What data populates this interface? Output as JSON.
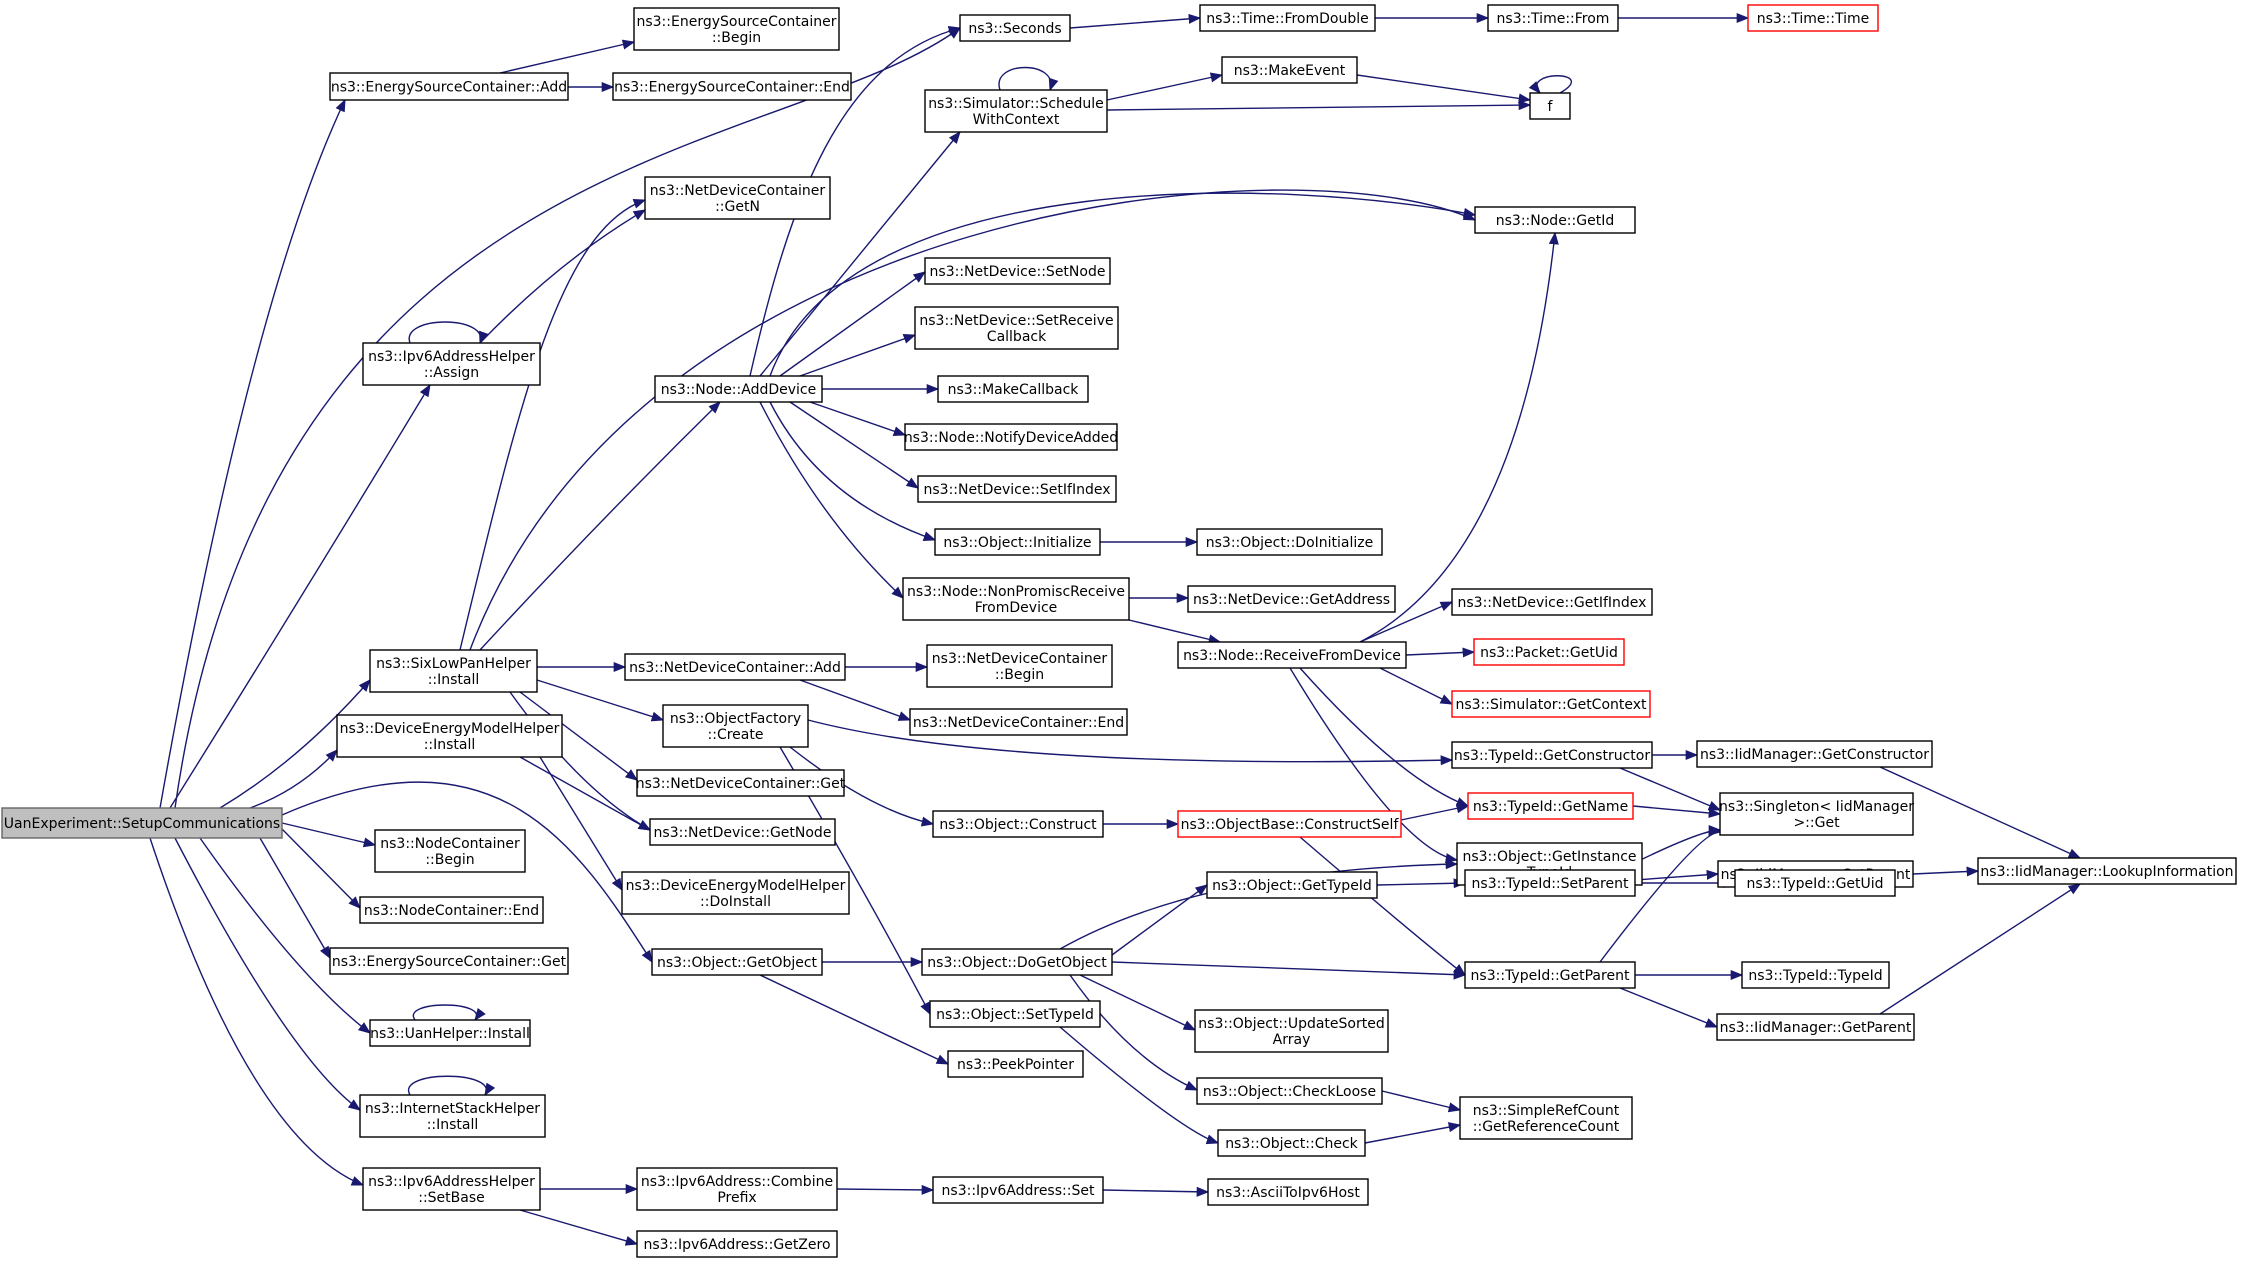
{
  "diagram": {
    "type": "doxygen-call-graph",
    "edge_color": "#191970",
    "normal_border_color": "#000000",
    "truncated_border_color": "#ff0000",
    "root_fill_color": "#bfbfbf"
  },
  "nodes": {
    "root": {
      "lines": [
        "UanExperiment::SetupCommunications"
      ]
    },
    "esc_begin": {
      "lines": [
        "ns3::EnergySourceContainer",
        "::Begin"
      ]
    },
    "esc_add": {
      "lines": [
        "ns3::EnergySourceContainer::Add"
      ]
    },
    "esc_end": {
      "lines": [
        "ns3::EnergySourceContainer::End"
      ]
    },
    "seconds": {
      "lines": [
        "ns3::Seconds"
      ]
    },
    "time_fromdouble": {
      "lines": [
        "ns3::Time::FromDouble"
      ]
    },
    "time_from": {
      "lines": [
        "ns3::Time::From"
      ]
    },
    "time_time": {
      "lines": [
        "ns3::Time::Time"
      ]
    },
    "make_event": {
      "lines": [
        "ns3::MakeEvent"
      ]
    },
    "sim_schedule": {
      "lines": [
        "ns3::Simulator::Schedule",
        "WithContext"
      ]
    },
    "f": {
      "lines": [
        "f"
      ]
    },
    "ndc_getn": {
      "lines": [
        "ns3::NetDeviceContainer",
        "::GetN"
      ]
    },
    "node_getid": {
      "lines": [
        "ns3::Node::GetId"
      ]
    },
    "nd_setnode": {
      "lines": [
        "ns3::NetDevice::SetNode"
      ]
    },
    "nd_setreceive": {
      "lines": [
        "ns3::NetDevice::SetReceive",
        "Callback"
      ]
    },
    "ipv6_assign": {
      "lines": [
        "ns3::Ipv6AddressHelper",
        "::Assign"
      ]
    },
    "node_adddevice": {
      "lines": [
        "ns3::Node::AddDevice"
      ]
    },
    "make_callback": {
      "lines": [
        "ns3::MakeCallback"
      ]
    },
    "node_notify": {
      "lines": [
        "ns3::Node::NotifyDeviceAdded"
      ]
    },
    "nd_setifindex": {
      "lines": [
        "ns3::NetDevice::SetIfIndex"
      ]
    },
    "obj_initialize": {
      "lines": [
        "ns3::Object::Initialize"
      ]
    },
    "obj_doinitialize": {
      "lines": [
        "ns3::Object::DoInitialize"
      ]
    },
    "node_nonpromisc": {
      "lines": [
        "ns3::Node::NonPromiscReceive",
        "FromDevice"
      ]
    },
    "nd_getaddress": {
      "lines": [
        "ns3::NetDevice::GetAddress"
      ]
    },
    "nd_getifindex": {
      "lines": [
        "ns3::NetDevice::GetIfIndex"
      ]
    },
    "node_receive": {
      "lines": [
        "ns3::Node::ReceiveFromDevice"
      ]
    },
    "packet_getuid": {
      "lines": [
        "ns3::Packet::GetUid"
      ]
    },
    "sim_getcontext": {
      "lines": [
        "ns3::Simulator::GetContext"
      ]
    },
    "sixlowpan_install": {
      "lines": [
        "ns3::SixLowPanHelper",
        "::Install"
      ]
    },
    "ndc_add": {
      "lines": [
        "ns3::NetDeviceContainer::Add"
      ]
    },
    "ndc_begin": {
      "lines": [
        "ns3::NetDeviceContainer",
        "::Begin"
      ]
    },
    "ndc_end": {
      "lines": [
        "ns3::NetDeviceContainer::End"
      ]
    },
    "demh_install": {
      "lines": [
        "ns3::DeviceEnergyModelHelper",
        "::Install"
      ]
    },
    "objfactory_create": {
      "lines": [
        "ns3::ObjectFactory",
        "::Create"
      ]
    },
    "typeid_getconstructor": {
      "lines": [
        "ns3::TypeId::GetConstructor"
      ]
    },
    "iid_getconstructor": {
      "lines": [
        "ns3::IidManager::GetConstructor"
      ]
    },
    "ndc_get": {
      "lines": [
        "ns3::NetDeviceContainer::Get"
      ]
    },
    "nd_getnode": {
      "lines": [
        "ns3::NetDevice::GetNode"
      ]
    },
    "obj_construct": {
      "lines": [
        "ns3::Object::Construct"
      ]
    },
    "objbase_constructself": {
      "lines": [
        "ns3::ObjectBase::ConstructSelf"
      ]
    },
    "typeid_getname": {
      "lines": [
        "ns3::TypeId::GetName"
      ]
    },
    "singleton_get": {
      "lines": [
        "ns3::Singleton< IidManager",
        " >::Get"
      ]
    },
    "nc_begin": {
      "lines": [
        "ns3::NodeContainer",
        "::Begin"
      ]
    },
    "obj_getinstancetypeid": {
      "lines": [
        "ns3::Object::GetInstance",
        "TypeId"
      ]
    },
    "demh_doinstall": {
      "lines": [
        "ns3::DeviceEnergyModelHelper",
        "::DoInstall"
      ]
    },
    "iid_setparent": {
      "lines": [
        "ns3::IidManager::SetParent"
      ]
    },
    "iid_lookup": {
      "lines": [
        "ns3::IidManager::LookupInformation"
      ]
    },
    "nc_end": {
      "lines": [
        "ns3::NodeContainer::End"
      ]
    },
    "obj_gettypeid": {
      "lines": [
        "ns3::Object::GetTypeId"
      ]
    },
    "typeid_setparent": {
      "lines": [
        "ns3::TypeId::SetParent"
      ]
    },
    "typeid_getuid": {
      "lines": [
        "ns3::TypeId::GetUid"
      ]
    },
    "esc_get": {
      "lines": [
        "ns3::EnergySourceContainer::Get"
      ]
    },
    "obj_getobject": {
      "lines": [
        "ns3::Object::GetObject"
      ]
    },
    "obj_dogetobject": {
      "lines": [
        "ns3::Object::DoGetObject"
      ]
    },
    "typeid_getparent": {
      "lines": [
        "ns3::TypeId::GetParent"
      ]
    },
    "typeid_typeid": {
      "lines": [
        "ns3::TypeId::TypeId"
      ]
    },
    "obj_settypeid": {
      "lines": [
        "ns3::Object::SetTypeId"
      ]
    },
    "obj_updatesorted": {
      "lines": [
        "ns3::Object::UpdateSorted",
        "Array"
      ]
    },
    "iid_getparent": {
      "lines": [
        "ns3::IidManager::GetParent"
      ]
    },
    "uan_install": {
      "lines": [
        "ns3::UanHelper::Install"
      ]
    },
    "peekpointer": {
      "lines": [
        "ns3::PeekPointer"
      ]
    },
    "obj_checkloose": {
      "lines": [
        "ns3::Object::CheckLoose"
      ]
    },
    "ish_install": {
      "lines": [
        "ns3::InternetStackHelper",
        "::Install"
      ]
    },
    "simplerefcount": {
      "lines": [
        "ns3::SimpleRefCount",
        "::GetReferenceCount"
      ]
    },
    "obj_check": {
      "lines": [
        "ns3::Object::Check"
      ]
    },
    "ipv6_setbase": {
      "lines": [
        "ns3::Ipv6AddressHelper",
        "::SetBase"
      ]
    },
    "ipv6addr_combine": {
      "lines": [
        "ns3::Ipv6Address::Combine",
        "Prefix"
      ]
    },
    "ipv6addr_set": {
      "lines": [
        "ns3::Ipv6Address::Set"
      ]
    },
    "asciitoipv6": {
      "lines": [
        "ns3::AsciiToIpv6Host"
      ]
    },
    "ipv6addr_getzero": {
      "lines": [
        "ns3::Ipv6Address::GetZero"
      ]
    }
  }
}
